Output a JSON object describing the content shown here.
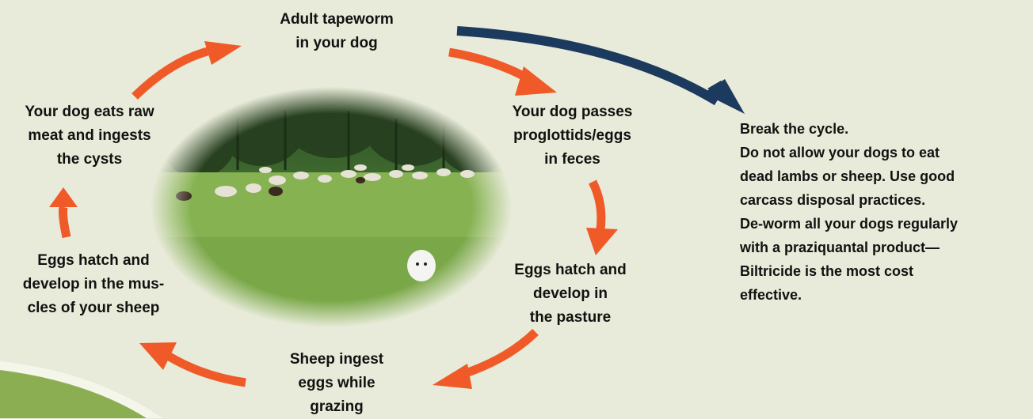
{
  "diagram": {
    "nodes": {
      "adult": [
        "Adult tapeworm",
        "in your dog"
      ],
      "passes": [
        "Your dog passes",
        "proglottids/eggs",
        "in feces"
      ],
      "pasture": [
        "Eggs hatch and",
        "develop in",
        "the pasture"
      ],
      "ingest": [
        "Sheep ingest",
        "eggs while",
        "grazing"
      ],
      "muscles": [
        "Eggs hatch and",
        "develop in the mus-",
        "cles of your sheep"
      ],
      "eats": [
        "Your dog eats raw",
        "meat and ingests",
        "the cysts"
      ]
    },
    "break_note": [
      "Break the cycle.",
      "Do not allow your dogs to eat",
      "dead lambs or sheep. Use good",
      "carcass disposal practices.",
      "De-worm all your dogs regularly",
      "with a praziquantal product—",
      "Biltricide is the most cost",
      "effective."
    ],
    "colors": {
      "background": "#e8ebd9",
      "cycle_arrow": "#f05a28",
      "break_arrow": "#1c3a5e",
      "corner_shape": "#8cae52"
    }
  }
}
